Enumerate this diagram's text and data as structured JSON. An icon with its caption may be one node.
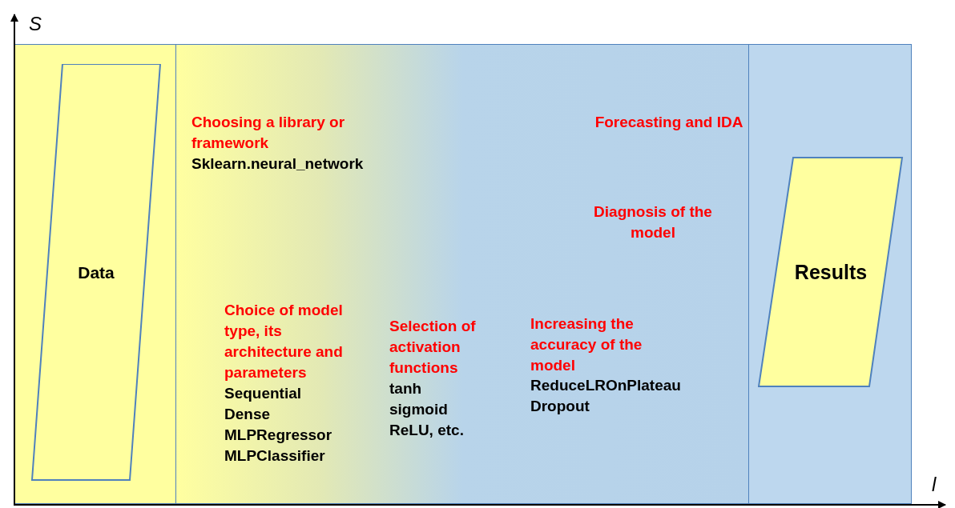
{
  "diagram": {
    "nodes": [
      {
        "text": [
          "Data"
        ]
      },
      {
        "text": [
          "Results"
        ]
      }
    ],
    "labels": [
      "S",
      "Choosing a library or framework",
      "Sklearn.neural_network",
      "Forecasting and IDA",
      "Diagnosis of the model",
      "Choice of model type, its architecture and parameters",
      "Sequential",
      "Dense",
      "MLPRegressor",
      "MLPClassifier",
      "Selection of activation functions",
      "tanh",
      "sigmoid",
      "ReLU, etc.",
      "Increasing the accuracy of the model",
      "ReduceLROnPlateau",
      "Dropout",
      "l"
    ]
  }
}
